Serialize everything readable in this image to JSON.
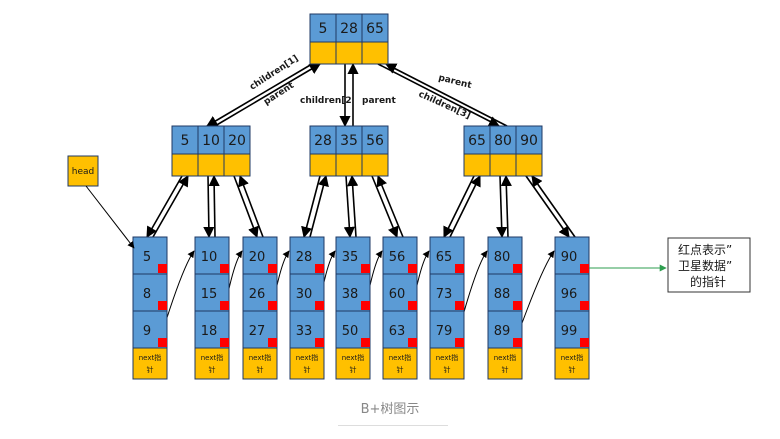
{
  "colors": {
    "key_fill": "#5b9bd5",
    "ptr_fill": "#ffc000",
    "border": "#1f3864",
    "marker": "#ff0000",
    "arrow": "#000000",
    "green": "#2e9e4f",
    "text": "#1a1a1a"
  },
  "root": {
    "keys": [
      "5",
      "28",
      "65"
    ]
  },
  "internal": [
    {
      "keys": [
        "5",
        "10",
        "20"
      ]
    },
    {
      "keys": [
        "28",
        "35",
        "56"
      ]
    },
    {
      "keys": [
        "65",
        "80",
        "90"
      ]
    }
  ],
  "leaves": [
    {
      "keys": [
        "5",
        "8",
        "9"
      ]
    },
    {
      "keys": [
        "10",
        "15",
        "18"
      ]
    },
    {
      "keys": [
        "20",
        "26",
        "27"
      ]
    },
    {
      "keys": [
        "28",
        "30",
        "33"
      ]
    },
    {
      "keys": [
        "35",
        "38",
        "50"
      ]
    },
    {
      "keys": [
        "56",
        "60",
        "63"
      ]
    },
    {
      "keys": [
        "65",
        "73",
        "79"
      ]
    },
    {
      "keys": [
        "80",
        "88",
        "89"
      ]
    },
    {
      "keys": [
        "90",
        "96",
        "99"
      ]
    }
  ],
  "leaf_pointer_label": [
    "next指",
    "针"
  ],
  "edge_labels": {
    "children_1": "children[1]",
    "parent_1": "parent",
    "children_2": "children[2",
    "parent_2": "parent",
    "children_3": "children[3]",
    "parent_3": "parent"
  },
  "head_label": "head",
  "note_lines": [
    "红点表示”",
    "卫星数据”",
    "的指针"
  ],
  "caption": "B+树图示"
}
